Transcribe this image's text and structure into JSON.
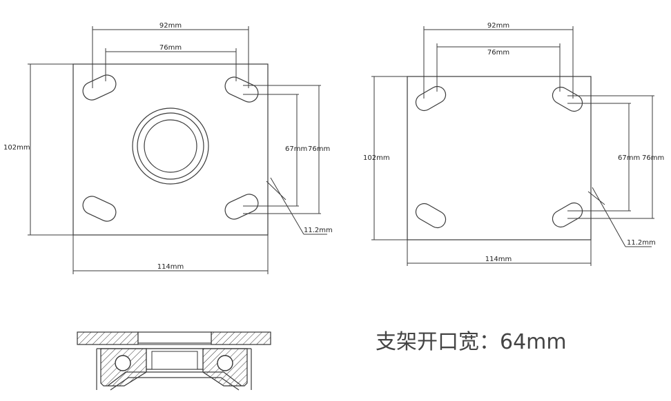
{
  "left_plate": {
    "outer_width": "92mm",
    "inner_width": "76mm",
    "height": "102mm",
    "hole_span_67": "67mm",
    "hole_span_76": "76mm",
    "slot_len": "11.2mm",
    "plate_width": "114mm"
  },
  "right_plate": {
    "outer_width": "92mm",
    "inner_width": "76mm",
    "height": "102mm",
    "hole_span_67": "67mm",
    "hole_span_76": "76mm",
    "slot_len": "11.2mm",
    "plate_width": "114mm"
  },
  "caption": "支架开口宽：64mm"
}
